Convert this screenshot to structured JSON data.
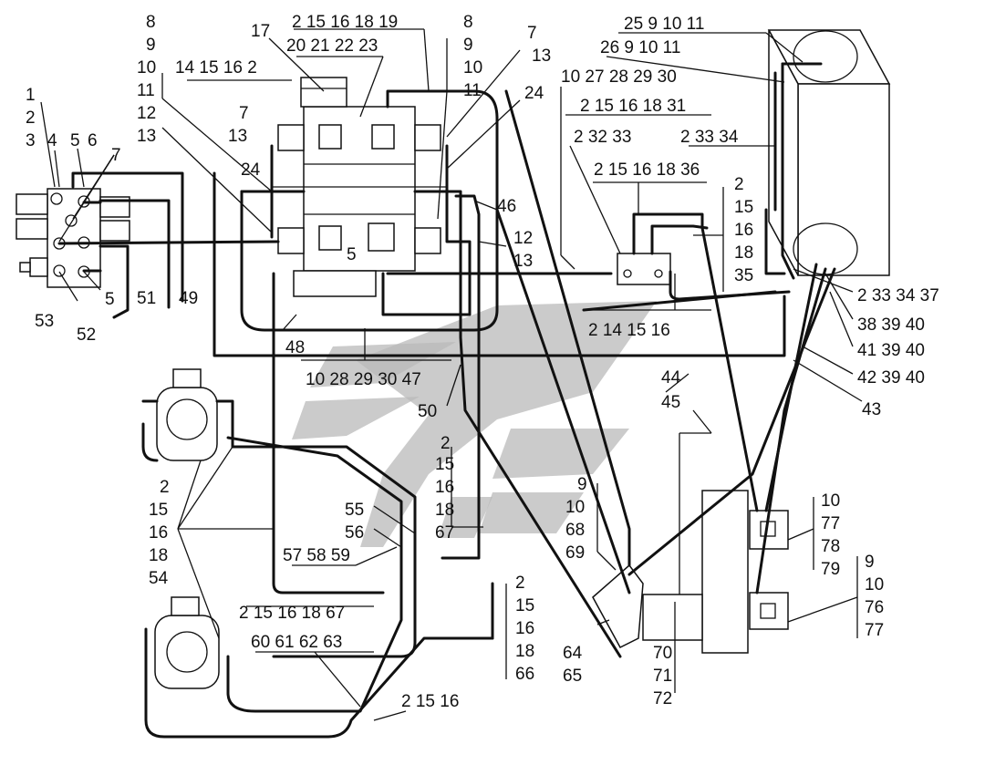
{
  "labels": {
    "l1": "1",
    "l2": "2",
    "l3": "3",
    "l4": "4",
    "l5": "5",
    "l6": "6",
    "l7": "7",
    "l53": "53",
    "l52": "52",
    "l5b": "5",
    "l51": "51",
    "l49": "49",
    "c8a": "8",
    "c9a": "9",
    "c10a": "10",
    "c11a": "11",
    "c12a": "12",
    "c13a": "13",
    "g14": "14 15 16 2",
    "l17": "17",
    "g2top": "2 15 16 18 19",
    "g20": "20 21 22 23",
    "c8b": "8",
    "c9b": "9",
    "c10b": "10",
    "c11b": "11",
    "c7b": "7",
    "c13b": "13",
    "c7c": "7",
    "c13c": "13",
    "l24a": "24",
    "l24b": "24",
    "l5c": "5",
    "l46": "46",
    "c12d": "12",
    "c13d": "13",
    "g25": "25 9 10 11",
    "g26": "26 9 10 11",
    "g10_27": "10 27 28 29 30",
    "g2_31": "2 15 16 18 31",
    "g2_32": "2 32 33",
    "g2_33_34": "2 33 34",
    "g2_36": "2 15 16 18 36",
    "c2e": "2",
    "c15e": "15",
    "c16e": "16",
    "c18e": "18",
    "c35e": "35",
    "g2_37": "2 33 34 37",
    "g38": "38 39 40",
    "g41": "41 39 40",
    "g42": "42 39 40",
    "l43": "43",
    "l44": "44",
    "l45": "45",
    "g2_14": "2 14 15 16",
    "l48": "48",
    "g10_47": "10 28 29 30 47",
    "l50": "50",
    "c2f": "2",
    "c15f": "15",
    "c16f": "16",
    "c18f": "18",
    "c67f": "67",
    "l55": "55",
    "l56": "56",
    "g57": "57 58 59",
    "c2g": "2",
    "c15g": "15",
    "c16g": "16",
    "c18g": "18",
    "c54g": "54",
    "g2_67": "2 15 16 18 67",
    "g60": "60 61 62 63",
    "c2h": "2",
    "c15h": "15",
    "c16h": "16",
    "c18h": "18",
    "c66h": "66",
    "g2_15_16": "2 15 16",
    "c9i": "9",
    "c10i": "10",
    "c68i": "68",
    "c69i": "69",
    "c64": "64",
    "c65": "65",
    "c70": "70",
    "c71": "71",
    "c72": "72",
    "c10j": "10",
    "c77j": "77",
    "c78j": "78",
    "c79j": "79",
    "c9k": "9",
    "c10k": "10",
    "c76k": "76",
    "c77k": "77"
  }
}
